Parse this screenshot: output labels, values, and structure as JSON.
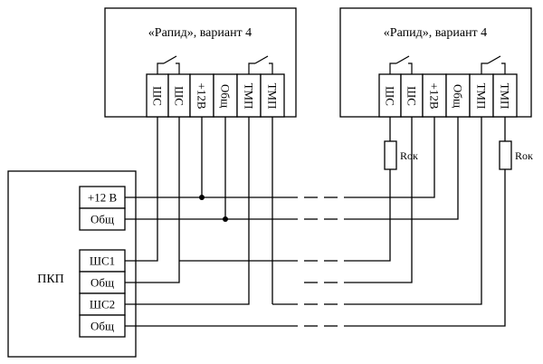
{
  "devices": [
    {
      "title": "«Рапид», вариант 4",
      "terminals": [
        "ШС",
        "ШС",
        "+12В",
        "Общ",
        "ТМП",
        "ТМП"
      ]
    },
    {
      "title": "«Рапид», вариант 4",
      "terminals": [
        "ШС",
        "ШС",
        "+12В",
        "Общ",
        "ТМП",
        "ТМП"
      ],
      "resistor_labels": [
        "Rок",
        "Rок"
      ]
    }
  ],
  "panel": {
    "label": "ПКП",
    "terminals": [
      "+12 В",
      "Общ",
      "ШС1",
      "Общ",
      "ШС2",
      "Общ"
    ]
  }
}
